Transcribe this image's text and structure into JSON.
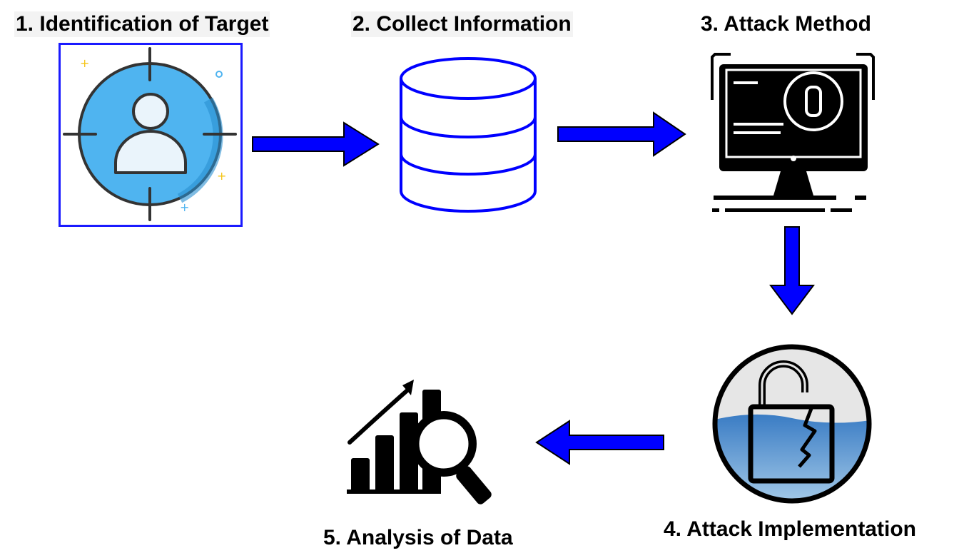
{
  "steps": [
    {
      "label": "1. Identification of Target",
      "icon": "target-person-icon"
    },
    {
      "label": "2. Collect Information",
      "icon": "database-icon"
    },
    {
      "label": "3. Attack Method",
      "icon": "computer-monitor-icon"
    },
    {
      "label": "4. Attack Implementation",
      "icon": "broken-padlock-icon"
    },
    {
      "label": "5. Analysis of Data",
      "icon": "chart-magnifier-icon"
    }
  ],
  "colors": {
    "arrow": "#0000ff",
    "frame": "#1a1aff",
    "target_circle": "#4fb4f0",
    "database_stroke": "#0000ff",
    "monitor": "#000000",
    "water": "#4a90d0"
  }
}
